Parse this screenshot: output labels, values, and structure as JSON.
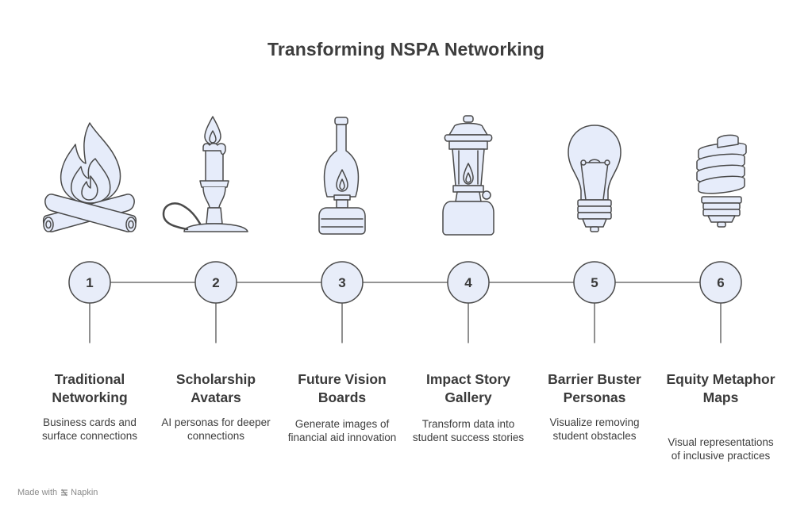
{
  "title": "Transforming NSPA Networking",
  "steps": [
    {
      "number": "1",
      "icon": "campfire-icon",
      "title": "Traditional Networking",
      "description": "Business cards and surface connections"
    },
    {
      "number": "2",
      "icon": "candle-icon",
      "title": "Scholarship Avatars",
      "description": "AI personas for deeper connections"
    },
    {
      "number": "3",
      "icon": "oil-lamp-icon",
      "title": "Future Vision Boards",
      "description": "Generate images of financial aid innovation"
    },
    {
      "number": "4",
      "icon": "lantern-icon",
      "title": "Impact Story Gallery",
      "description": "Transform data into student success stories"
    },
    {
      "number": "5",
      "icon": "light-bulb-icon",
      "title": "Barrier Buster Personas",
      "description": "Visualize removing student obstacles"
    },
    {
      "number": "6",
      "icon": "cfl-bulb-icon",
      "title": "Equity Metaphor Maps",
      "description": "Visual representations of inclusive practices"
    }
  ],
  "footer": {
    "made_with": "Made with",
    "brand": "Napkin"
  },
  "colors": {
    "node_fill": "#e8edf9",
    "icon_fill": "#e6ecfa",
    "stroke": "#4a4a4a",
    "line": "#555555"
  }
}
